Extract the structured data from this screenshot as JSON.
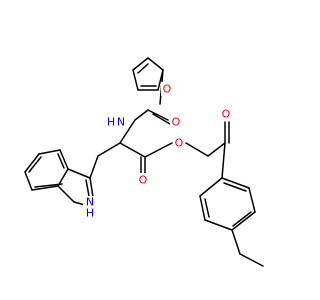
{
  "molecule": {
    "atoms": {
      "furan_o": {
        "label": "O",
        "color": "#ff0000"
      },
      "amide_n": {
        "label": "N",
        "color": "#0000ff"
      },
      "amide_h": {
        "label": "H",
        "color": "#0000ff"
      },
      "amide_o": {
        "label": "O",
        "color": "#ff0000"
      },
      "ester_o_single": {
        "label": "O",
        "color": "#ff0000"
      },
      "ester_o_double": {
        "label": "O",
        "color": "#ff0000"
      },
      "ketone_o": {
        "label": "O",
        "color": "#ff0000"
      },
      "indole_n": {
        "label": "N",
        "color": "#0000ff"
      },
      "indole_h": {
        "label": "H",
        "color": "#0000ff"
      }
    }
  }
}
